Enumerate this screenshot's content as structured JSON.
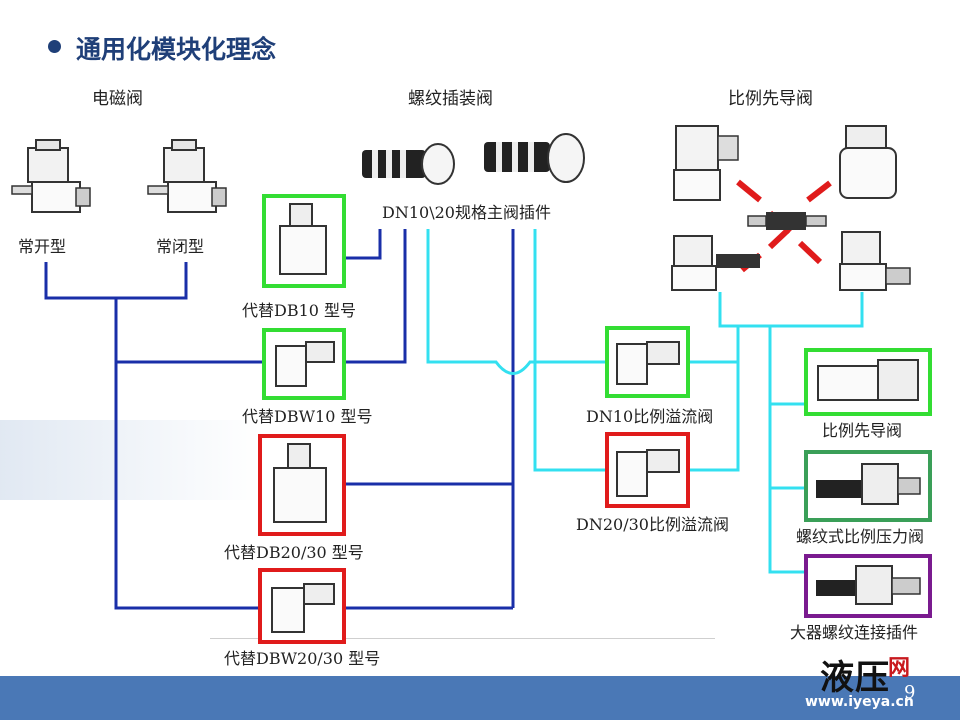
{
  "slide": {
    "title": "通用化模块化理念",
    "page_number": "9"
  },
  "groups": {
    "solenoid": "电磁阀",
    "cartridge": "螺纹插装阀",
    "proportional_pilot": "比例先导阀"
  },
  "labels": {
    "normally_open": "常开型",
    "normally_closed": "常闭型",
    "cartridge_insert": "DN10\\20规格主阀插件",
    "replace_db10": "代替DB10 型号",
    "replace_dbw10": "代替DBW10 型号",
    "replace_db2030": "代替DB20/30 型号",
    "replace_dbw2030": "代替DBW20/30 型号",
    "dn10_relief": "DN10比例溢流阀",
    "dn2030_relief": "DN20/30比例溢流阀",
    "prop_pilot": "比例先导阀",
    "threaded_prop_pressure": "螺纹式比例压力阀",
    "amplifier_insert": "大器螺纹连接插件"
  },
  "watermark": {
    "brand": "液压",
    "brand_net": "网",
    "url": "www.iyeya.cn"
  },
  "colors": {
    "title": "#1f3f78",
    "dark_blue_line": "#1a2fa8",
    "cyan_line": "#33e0f0",
    "green_frame": "#33dd33",
    "red_frame": "#e01b1b",
    "dark_green_frame": "#3a9f58",
    "purple_frame": "#7a1a8f",
    "band": "#4a78b6"
  }
}
